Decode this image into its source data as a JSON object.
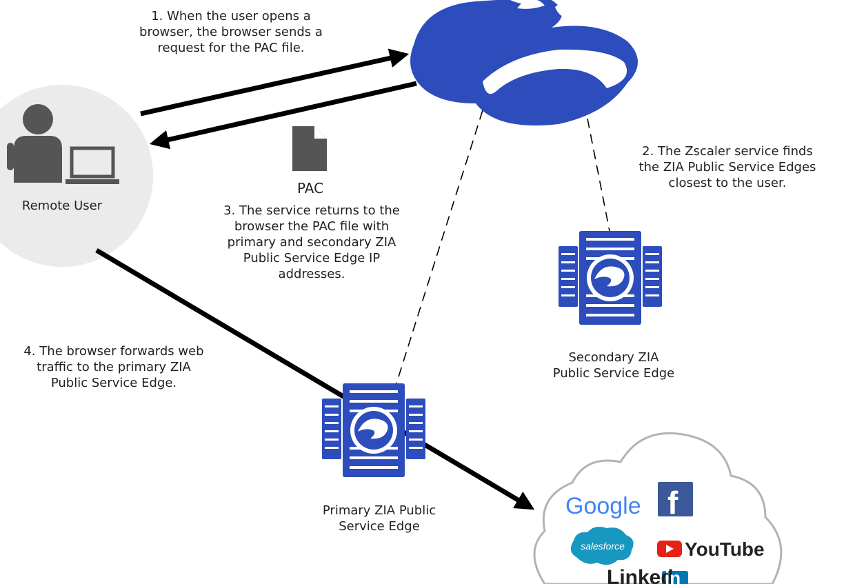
{
  "labels": {
    "step1": "1. When the user opens a\nbrowser, the browser sends a\nrequest for the PAC file.",
    "step2": "2. The Zscaler service finds\nthe ZIA Public Service Edges\nclosest to the user.",
    "step3": "3. The service returns to the\nbrowser the PAC file with\nprimary and secondary ZIA\nPublic Service Edge IP\naddresses.",
    "step4": "4. The browser forwards web\ntraffic to the primary ZIA\nPublic Service Edge.",
    "remote_user": "Remote User",
    "pac": "PAC",
    "secondary_edge": "Secondary ZIA\nPublic Service Edge",
    "primary_edge": "Primary ZIA Public\nService Edge"
  },
  "internet_cloud": {
    "google": "Google",
    "facebook": "f",
    "salesforce": "salesforce",
    "youtube": "YouTube",
    "linkedin_text": "Linked",
    "linkedin_in": "in"
  },
  "colors": {
    "zscaler_blue": "#2c4dbb",
    "server_blue": "#2c4dbb",
    "user_gray": "#555555",
    "user_circle": "#ebebeb",
    "arrow": "#000000"
  }
}
